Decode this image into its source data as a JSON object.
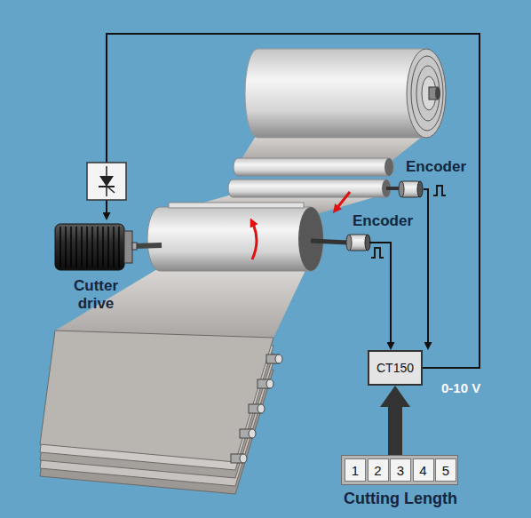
{
  "diagram": {
    "nodes": [
      {
        "text": [
          "Encoder"
        ]
      },
      {
        "text": [
          "Cutter drive"
        ]
      },
      {
        "text": [
          "Encoder"
        ]
      },
      {
        "text": [
          "CT150"
        ]
      },
      {
        "text": [
          "Cutting Length"
        ]
      },
      {
        "text": [
          "1"
        ],
        "in": 4
      },
      {
        "text": [
          "2"
        ],
        "in": 4
      },
      {
        "text": [
          "3"
        ],
        "in": 4
      },
      {
        "text": [
          "4"
        ],
        "in": 4
      },
      {
        "text": [
          "5"
        ],
        "in": 4
      }
    ],
    "edges": [
      {
        "from": 0,
        "to": 3,
        "arrow": "to"
      },
      {
        "from": 2,
        "to": 3,
        "arrow": "to"
      },
      {
        "from": 4,
        "to": 3,
        "arrow": "to"
      },
      {
        "from": 3,
        "to": 1,
        "arrow": "to",
        "label": "0-10 V"
      }
    ]
  }
}
